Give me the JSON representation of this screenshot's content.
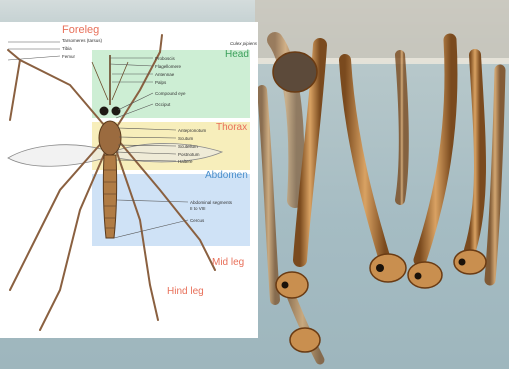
{
  "figure": {
    "region_labels": {
      "foreleg": "Foreleg",
      "head": "Head",
      "thorax": "Thorax",
      "abdomen": "Abdomen",
      "mid_leg": "Mid leg",
      "hind_leg": "Hind leg"
    },
    "species": "Culex pipiens",
    "leg_parts": [
      "Tarsomeres (tarsus)",
      "Tibia",
      "Femur"
    ],
    "head_parts": [
      "Proboscis",
      "Flagellomere",
      "Antennae",
      "Palps",
      "Compound eye",
      "Occiput"
    ],
    "thorax_parts": [
      "Antepronotum",
      "Scutum",
      "Scutellum",
      "Postnotum",
      "Haltere"
    ],
    "abdomen_parts": [
      "Abdominal segments",
      "II to VIII",
      "Cercus"
    ],
    "colors": {
      "region_label": "#e8705a",
      "head_label": "#3aa05a",
      "abdomen_label": "#4a8fcc",
      "head_band": "#cdeed4",
      "thorax_band": "#f7eebb",
      "abdomen_band": "#cfe2f6",
      "water": "#a9bdc3",
      "larva": "#b97a3a"
    }
  }
}
